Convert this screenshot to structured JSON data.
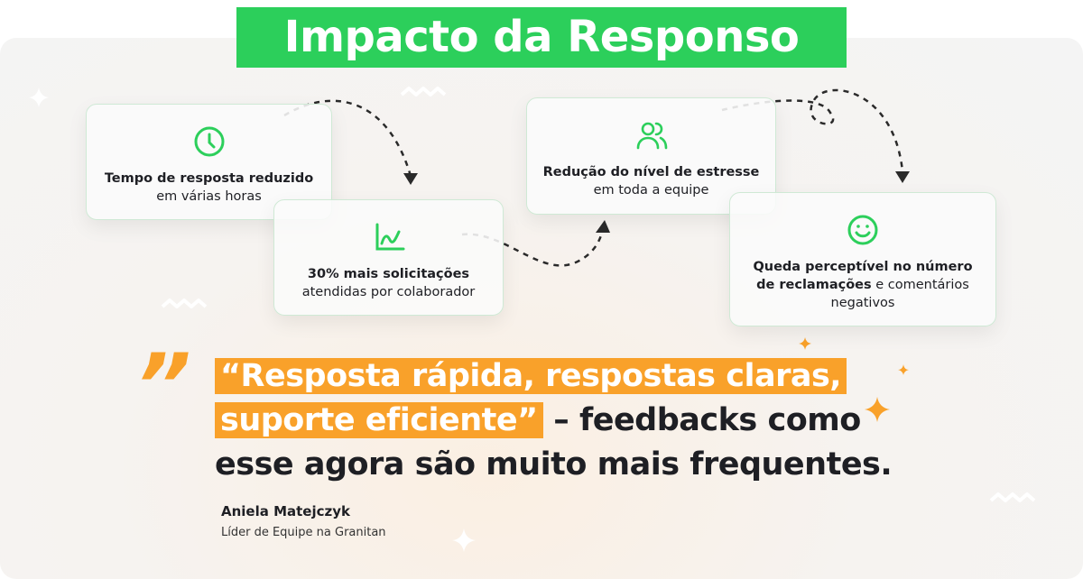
{
  "title": "Impacto da Responso",
  "accent_green": "#2ccf5b",
  "accent_orange": "#f9a12a",
  "cards": [
    {
      "icon": "clock-icon",
      "bold": "Tempo de resposta reduzido",
      "rest": "em várias horas"
    },
    {
      "icon": "chart-line-icon",
      "bold": "30% mais solicitações",
      "rest": "atendidas por colaborador"
    },
    {
      "icon": "users-icon",
      "bold": "Redução do nível de estresse",
      "rest": "em toda a equipe"
    },
    {
      "icon": "smile-icon",
      "bold": "Queda perceptível no número de reclamações",
      "rest": "e comentários negativos"
    }
  ],
  "quote": {
    "highlight1": "“Resposta rápida, respostas claras,",
    "highlight2": "suporte eficiente”",
    "rest": " – feedbacks como esse agora são muito mais frequentes."
  },
  "author": {
    "name": "Aniela Matejczyk",
    "role": "Líder de Equipe na Granitan"
  }
}
